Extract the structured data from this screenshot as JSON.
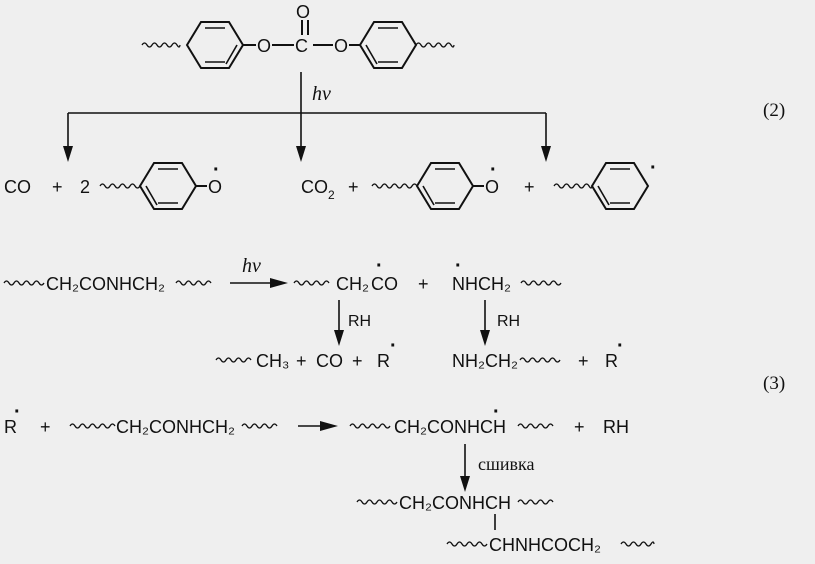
{
  "reaction2": {
    "top": {
      "o1": "O",
      "c": "C",
      "o_carbonyl": "O",
      "o2": "O"
    },
    "hv": "hν",
    "eq_number": "(2)",
    "products_left": {
      "co": "CO",
      "plus": "+",
      "coeff": "2",
      "o_radical": "O",
      "dot": "·"
    },
    "products_right": {
      "co2": "CO",
      "co2_sub": "2",
      "plus1": "+",
      "o_radical": "O",
      "dot": "·",
      "plus2": "+",
      "phenyl_dot": "·"
    }
  },
  "reaction3": {
    "eq_number": "(3)",
    "line1": {
      "reactant": "CH₂CONHCH₂",
      "hv": "hν",
      "product1_prefix": "CH₂",
      "product1_co": "CO",
      "plus": "+",
      "product2": "NHCH₂"
    },
    "rh1": "RH",
    "rh2": "RH",
    "line2": {
      "ch3": "CH₃",
      "plus1": "+",
      "co": "CO",
      "plus2": "+",
      "r1": "R",
      "nh2ch2": "NH₂CH₂",
      "plus3": "+",
      "r2": "R"
    },
    "line3": {
      "r": "R",
      "plus1": "+",
      "reactant": "CH₂CONHCH₂",
      "product": "CH₂CONHCH",
      "plus2": "+",
      "rh": "RH"
    },
    "crosslink": "сшивка",
    "line4": "CH₂CONHCH",
    "line5": "CHNHCOCH₂"
  }
}
